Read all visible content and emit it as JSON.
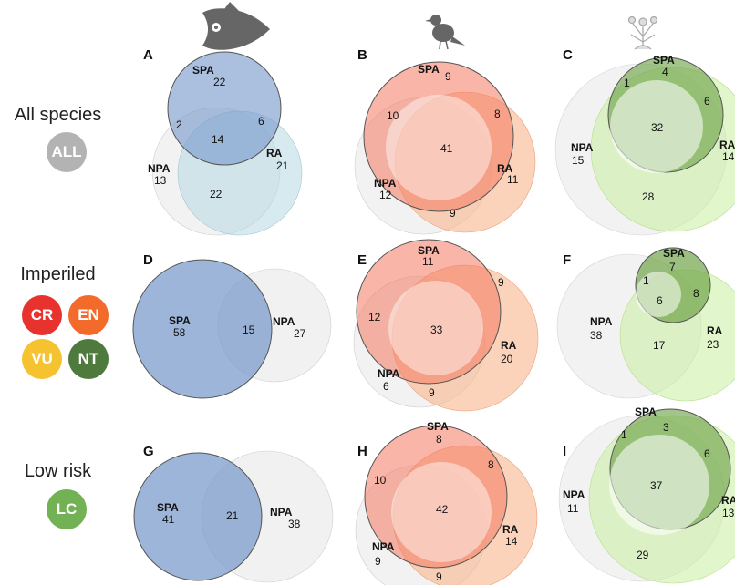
{
  "rows": [
    {
      "label": "All species",
      "badges": [
        {
          "text": "ALL",
          "color": "#b3b3b3"
        }
      ]
    },
    {
      "label": "Imperiled",
      "badges": [
        {
          "text": "CR",
          "color": "#e8322d"
        },
        {
          "text": "EN",
          "color": "#f26b2a"
        },
        {
          "text": "VU",
          "color": "#f5c230"
        },
        {
          "text": "NT",
          "color": "#4f7a3e"
        }
      ]
    },
    {
      "label": "Low risk",
      "badges": [
        {
          "text": "LC",
          "color": "#72b254"
        }
      ]
    }
  ],
  "column_icons": [
    "fish-icon",
    "bird-icon",
    "plant-icon"
  ],
  "colors": {
    "fish_spa": "#7898cc",
    "fish_ra": "#b5d8e3",
    "bird_spa": "#f4785e",
    "bird_ra": "#f9b58c",
    "plant_spa": "#6ba043",
    "plant_ra": "#c8f0a0",
    "npa": "#e6e6e6"
  },
  "panels": {
    "A": {
      "letter": "A",
      "SPA": "22",
      "NPA": "13",
      "RA": "21",
      "SPA_NPA": "2",
      "SPA_RA": "6",
      "all": "14",
      "NPA_RA": "22"
    },
    "B": {
      "letter": "B",
      "SPA": "9",
      "NPA": "12",
      "RA": "11",
      "SPA_NPA": "10",
      "SPA_RA": "8",
      "all": "41",
      "NPA_RA": "9"
    },
    "C": {
      "letter": "C",
      "SPA": "4",
      "NPA": "15",
      "RA": "14",
      "SPA_NPA": "1",
      "SPA_RA": "6",
      "all": "32",
      "NPA_RA": "28"
    },
    "D": {
      "letter": "D",
      "SPA": "58",
      "NPA": "27",
      "SPA_NPA": "15"
    },
    "E": {
      "letter": "E",
      "SPA": "11",
      "NPA": "6",
      "RA": "20",
      "SPA_NPA": "12",
      "SPA_RA": "9",
      "all": "33",
      "NPA_RA": "9"
    },
    "F": {
      "letter": "F",
      "SPA": "7",
      "NPA": "38",
      "RA": "23",
      "SPA_NPA": "1",
      "SPA_RA": "8",
      "all": "6",
      "NPA_RA": "17"
    },
    "G": {
      "letter": "G",
      "SPA": "41",
      "NPA": "38",
      "SPA_NPA": "21"
    },
    "H": {
      "letter": "H",
      "SPA": "8",
      "NPA": "9",
      "RA": "14",
      "SPA_NPA": "10",
      "SPA_RA": "8",
      "all": "42",
      "NPA_RA": "9"
    },
    "I": {
      "letter": "I",
      "SPA": "3",
      "NPA": "11",
      "RA": "13",
      "SPA_NPA": "1",
      "SPA_RA": "6",
      "all": "37",
      "NPA_RA": "29"
    }
  },
  "set_names": {
    "spa": "SPA",
    "npa": "NPA",
    "ra": "RA"
  }
}
